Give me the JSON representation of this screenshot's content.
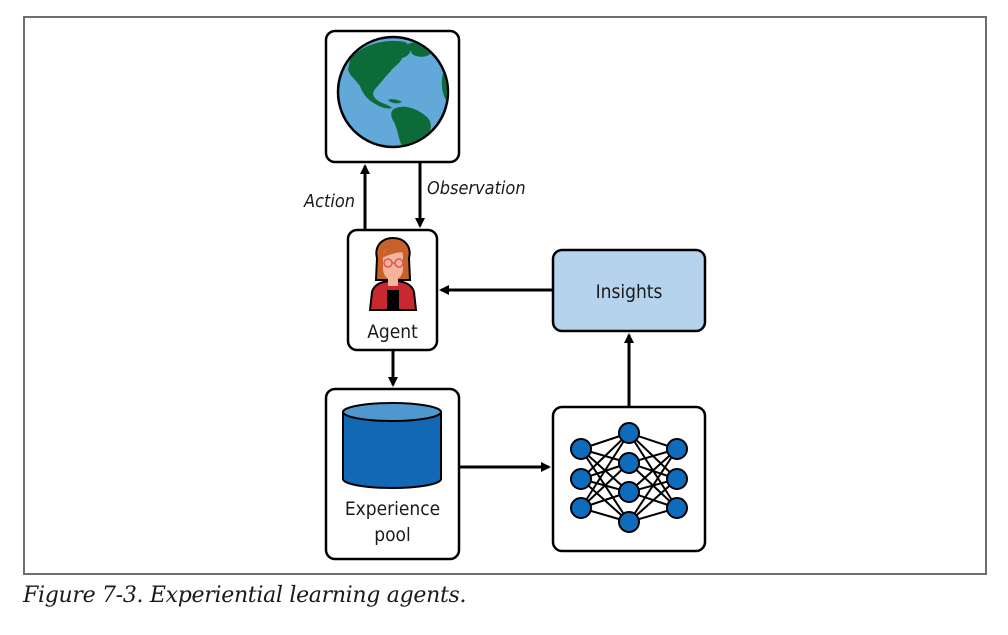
{
  "figure": {
    "caption": "Figure 7-3. Experiential learning agents.",
    "nodes": {
      "environment": {
        "icon": "globe-icon"
      },
      "agent": {
        "label": "Agent",
        "icon": "person-icon"
      },
      "experience_pool": {
        "label_line1": "Experience",
        "label_line2": "pool",
        "icon": "database-icon"
      },
      "model": {
        "icon": "neural-network-icon"
      },
      "insights": {
        "label": "Insights"
      }
    },
    "edges": {
      "action": "Action",
      "observation": "Observation"
    },
    "colors": {
      "globe_ocean": "#62a8d8",
      "globe_land": "#0d6b3a",
      "database_fill": "#1268b3",
      "database_top": "#4f98cf",
      "nn_node": "#0f6cbd",
      "insights_fill": "#b5d3ec",
      "agent_jacket": "#c8282f",
      "agent_hair": "#c8622a"
    }
  }
}
